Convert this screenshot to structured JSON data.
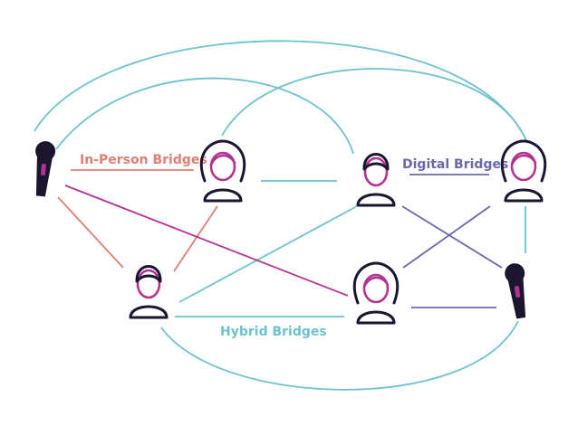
{
  "labels": {
    "in_person": "In-Person Bridges",
    "digital": "Digital Bridges",
    "hybrid": "Hybrid Bridges"
  },
  "colors": {
    "in_person": "#e07e74",
    "digital": "#6b67ad",
    "hybrid": "#6cc3cf",
    "accent": "#b5318f",
    "outline": "#1b1530"
  },
  "icons": {
    "mic_left": "microphone-icon",
    "mic_right": "microphone-icon",
    "people": [
      "woman-icon",
      "man-icon",
      "man-icon",
      "woman-icon",
      "woman-icon"
    ]
  }
}
